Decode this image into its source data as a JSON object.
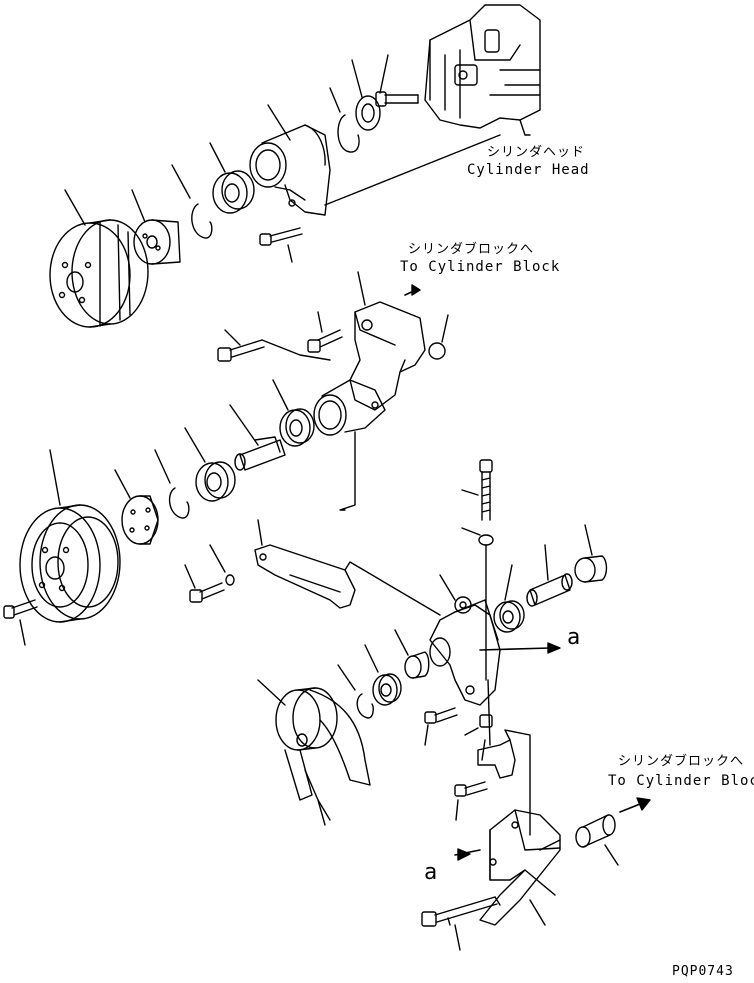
{
  "labels": {
    "cyl_head_jp": "シリンダヘッド",
    "cyl_head_en": "Cylinder Head",
    "cyl_block1_jp": "シリンダブロックへ",
    "cyl_block1_en": "To Cylinder Block",
    "cyl_block2_jp": "シリンダブロックへ",
    "cyl_block2_en": "To Cylinder Block",
    "ref_a": "a",
    "ref_a2": "a",
    "drawing_code": "PQP0743"
  }
}
